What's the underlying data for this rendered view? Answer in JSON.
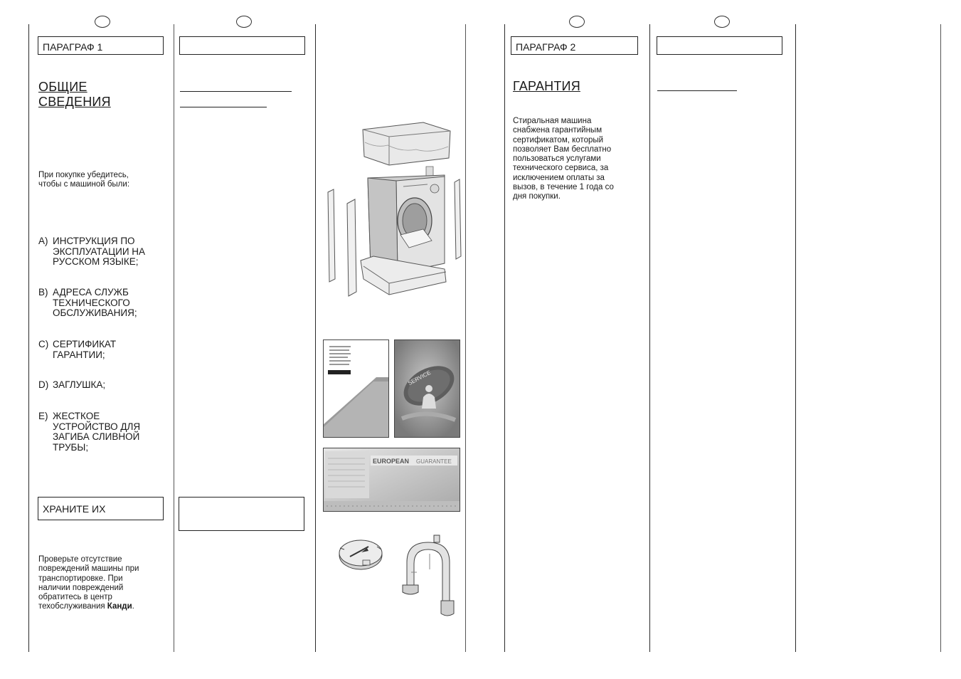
{
  "page_left": {
    "section_label": "ПАРАГРАФ 1",
    "title_line1": "ОБЩИЕ",
    "title_line2": "СВЕДЕНИЯ",
    "intro": [
      "При покупке убедитесь,",
      "чтобы с машиной были:"
    ],
    "items": [
      {
        "letter": "A)",
        "lines": [
          "ИНСТРУКЦИЯ ПО",
          "ЭКСПЛУАТАЦИИ НА",
          "РУССКОМ ЯЗЫКЕ;"
        ]
      },
      {
        "letter": "B)",
        "lines": [
          "АДРЕСА СЛУЖБ",
          "ТЕХНИЧЕСКОГО",
          "ОБСЛУЖИВАНИЯ;"
        ]
      },
      {
        "letter": "C)",
        "lines": [
          "СЕРТИФИКАТ",
          "ГАРАНТИИ;"
        ]
      },
      {
        "letter": "D)",
        "lines": [
          "ЗАГЛУШКА;"
        ]
      },
      {
        "letter": "E)",
        "lines": [
          "ЖЕСТКОЕ",
          "УСТРОЙСТВО ДЛЯ",
          "ЗАГИБА СЛИВНОЙ",
          "ТРУБЫ;"
        ]
      }
    ],
    "keep_label": "ХРАНИТЕ ИХ",
    "check": [
      "Проверьте отсутствие",
      "повреждений машины при",
      "транспортировке. При",
      "наличии повреждений",
      "обратитесь в центр",
      "техобслуживания "
    ],
    "brand": "Канди",
    "check_end": "."
  },
  "illustrations": {
    "warranty_card_text": "EUROPEAN GUARANTEE",
    "warranty_card_word1": "EUROPEAN",
    "warranty_card_word2": "GUARANTEE",
    "service_booklet_text": "SERVICE"
  },
  "page_right": {
    "section_label": "ПАРАГРАФ 2",
    "title": "ГАРАНТИЯ",
    "body": [
      "Стиральная машина",
      "снабжена гарантийным",
      "сертификатом, который",
      "позволяет Вам бесплатно",
      "пользоваться услугами",
      "технического сервиса, за",
      "исключением оплаты за",
      "вызов, в течение 1 года со",
      "дня покупки."
    ]
  }
}
